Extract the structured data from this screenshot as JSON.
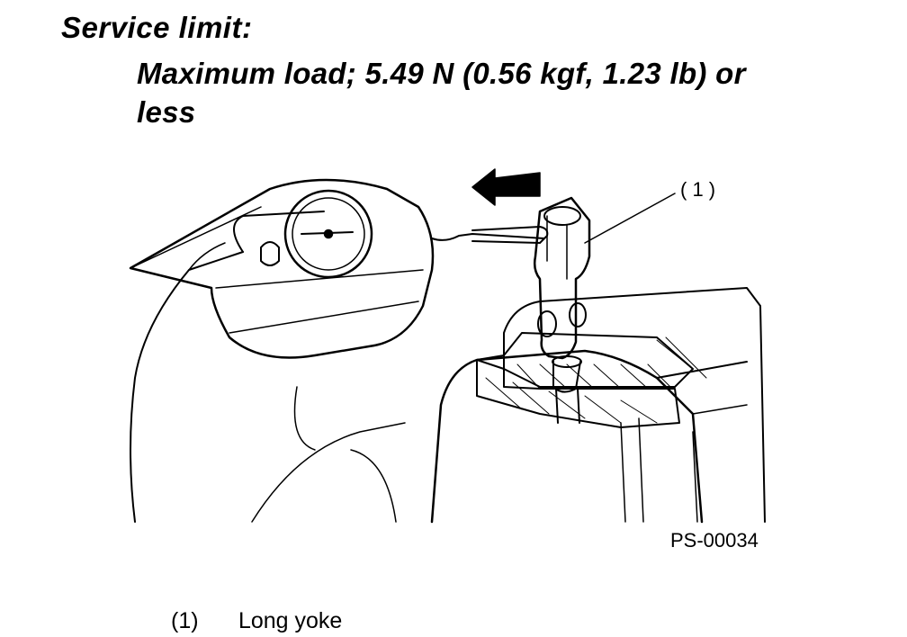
{
  "heading": "Service limit:",
  "limit_line1": "Maximum load; 5.49 N (0.56 kgf, 1.23 lb) or",
  "limit_line2": "less",
  "figure": {
    "callout": "( 1 )",
    "code": "PS-00034"
  },
  "legend": [
    {
      "num": "(1)",
      "label": "Long yoke"
    }
  ],
  "colors": {
    "ink": "#000000",
    "paper": "#ffffff"
  }
}
